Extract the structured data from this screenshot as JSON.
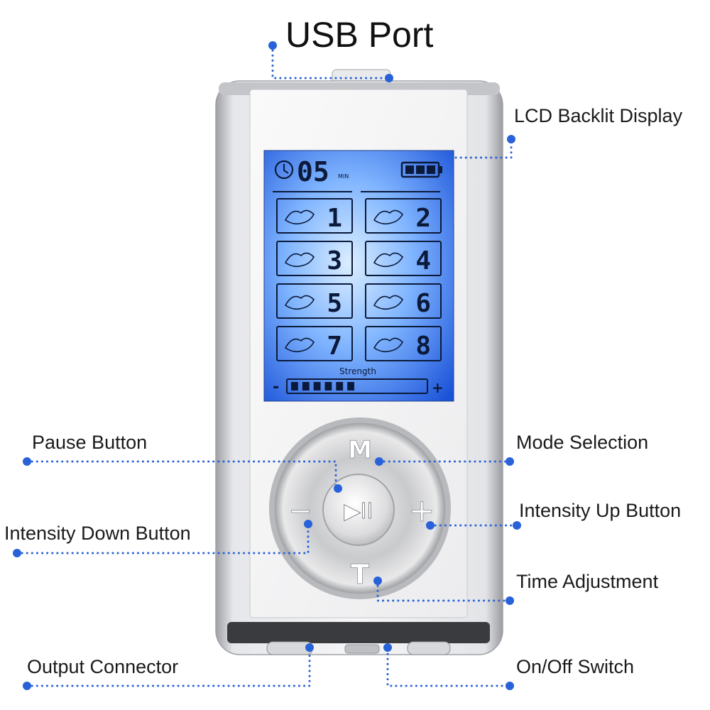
{
  "title": "USB Port",
  "callouts": {
    "lcd": "LCD Backlit Display",
    "pause": "Pause Button",
    "mode": "Mode Selection",
    "intensity_up": "Intensity Up Button",
    "intensity_down": "Intensity Down Button",
    "time": "Time Adjustment",
    "output": "Output Connector",
    "onoff": "On/Off Switch"
  },
  "display": {
    "timer_value": "05",
    "timer_unit": "MIN",
    "battery_bars": 3,
    "modes": [
      "1",
      "2",
      "3",
      "4",
      "5",
      "6",
      "7",
      "8"
    ],
    "strength_label": "Strength",
    "strength_minus": "-",
    "strength_plus": "+",
    "strength_level": 6,
    "strength_max": 12
  },
  "buttons": {
    "mode": "M",
    "time": "T",
    "minus": "−",
    "plus": "+",
    "pause_symbol": "▶II"
  },
  "colors": {
    "accent_dot": "#2962d8",
    "lcd_bright": "#c9e2ff",
    "lcd_dark": "#1d5fe0",
    "lcd_ink": "#0b1a3a",
    "body_silver": "#d9dadd"
  }
}
